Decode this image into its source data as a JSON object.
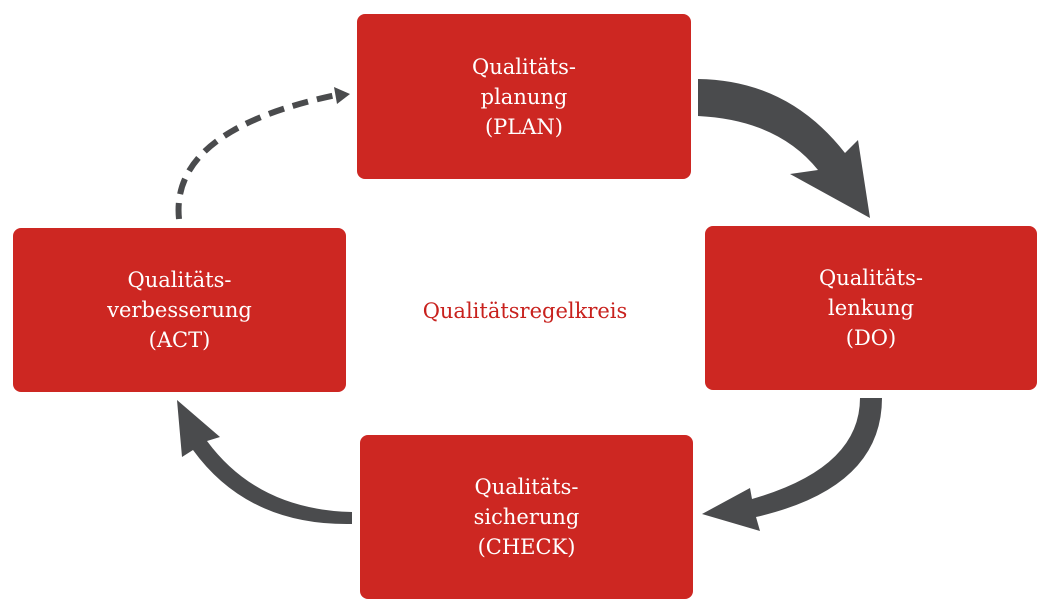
{
  "diagram": {
    "center_label": "Qualitätsregelkreis",
    "colors": {
      "box_fill": "#cd2722",
      "box_text": "#ffffff",
      "center_text": "#c8211d",
      "arrow": "#4a4b4d"
    },
    "boxes": {
      "plan": {
        "line1": "Qualitäts-",
        "line2": "planung",
        "line3": "(PLAN)"
      },
      "do": {
        "line1": "Qualitäts-",
        "line2": "lenkung",
        "line3": "(DO)"
      },
      "check": {
        "line1": "Qualitäts-",
        "line2": "sicherung",
        "line3": "(CHECK)"
      },
      "act": {
        "line1": "Qualitäts-",
        "line2": "verbesserung",
        "line3": "(ACT)"
      }
    },
    "arrows": [
      {
        "from": "plan",
        "to": "do",
        "style": "solid"
      },
      {
        "from": "do",
        "to": "check",
        "style": "solid"
      },
      {
        "from": "check",
        "to": "act",
        "style": "solid"
      },
      {
        "from": "act",
        "to": "plan",
        "style": "dashed"
      }
    ]
  }
}
